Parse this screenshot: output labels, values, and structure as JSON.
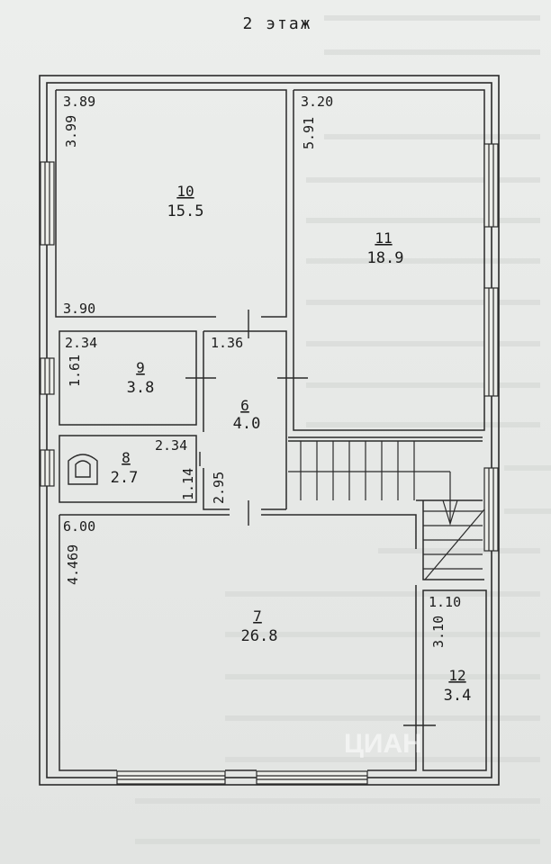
{
  "floor_title": "2 этаж",
  "watermark": "ЦИАН",
  "rooms": [
    {
      "id": "room-10",
      "number": "10",
      "area": "15.5",
      "dims": [
        "3.89",
        "3.99",
        "3.90"
      ]
    },
    {
      "id": "room-11",
      "number": "11",
      "area": "18.9",
      "dims": [
        "3.20",
        "5.91"
      ]
    },
    {
      "id": "room-9",
      "number": "9",
      "area": "3.8",
      "dims": [
        "2.34",
        "1.61"
      ]
    },
    {
      "id": "room-6",
      "number": "6",
      "area": "4.0",
      "dims": [
        "1.36",
        "2.95"
      ]
    },
    {
      "id": "room-8",
      "number": "8",
      "area": "2.7",
      "dims": [
        "2.34",
        "1.14"
      ]
    },
    {
      "id": "room-7",
      "number": "7",
      "area": "26.8",
      "dims": [
        "6.00",
        "4.469"
      ]
    },
    {
      "id": "room-12",
      "number": "12",
      "area": "3.4",
      "dims": [
        "1.10",
        "3.10"
      ]
    }
  ]
}
